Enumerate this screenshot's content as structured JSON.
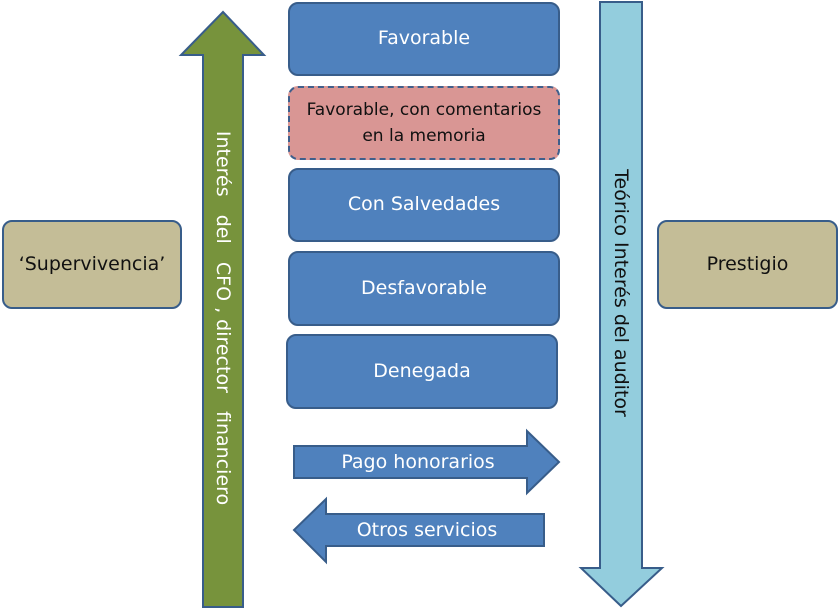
{
  "diagram": {
    "left_arrow_label": "Interés   del   CFO , director   financiero",
    "right_arrow_label": "Teórico Interés del auditor",
    "left_box": "‘Supervivencia’",
    "right_box": "Prestigio",
    "opinions": [
      "Favorable",
      "Favorable, con comentarios en la memoria",
      "Con Salvedades",
      "Desfavorable",
      "Denegada"
    ],
    "fee_arrow": "Pago honorarios",
    "services_arrow": "Otros servicios"
  },
  "colors": {
    "green_arrow": "#77933c",
    "light_blue_arrow": "#93cddd",
    "opinion_blue": "#4f81bd",
    "opinion_pink": "#d99694",
    "side_box_tan": "#c4bd97",
    "outline": "#385d8a"
  }
}
